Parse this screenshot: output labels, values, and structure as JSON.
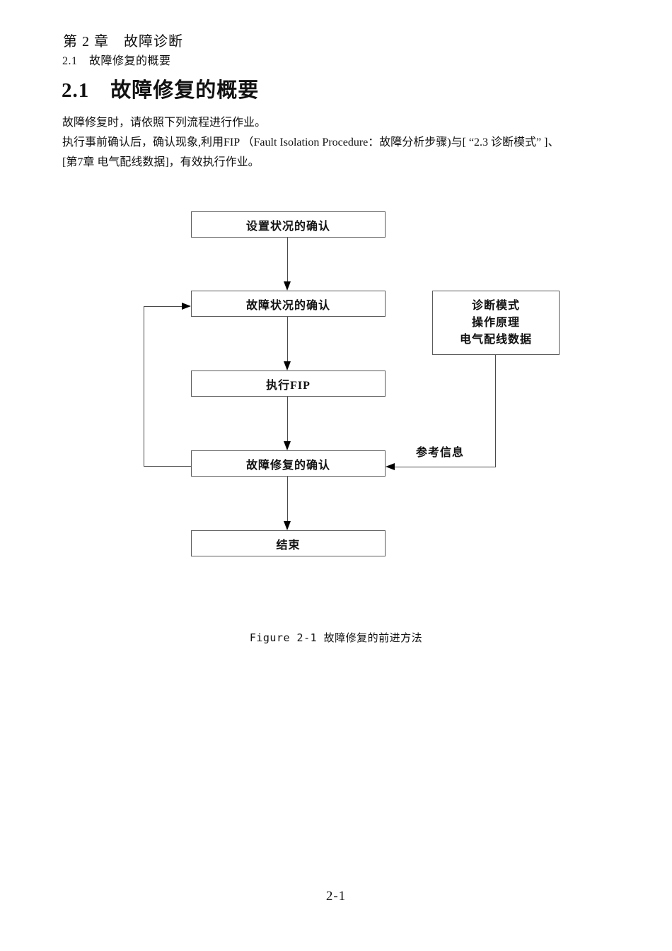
{
  "page": {
    "chapter_header": "第 2 章　故障诊断",
    "section_breadcrumb": "2.1　故障修复的概要",
    "title": "2.1　故障修复的概要",
    "intro_lines": [
      "故障修复时，请依照下列流程进行作业。",
      "执行事前确认后，确认现象,利用FIP （Fault Isolation Procedure：故障分析步骤)与[ “2.3 诊断模式” ]、",
      "[第7章 电气配线数据]，有效执行作业。"
    ],
    "figure_caption": "Figure 2-1 故障修复的前进方法",
    "page_number": "2-1"
  },
  "flowchart": {
    "nodes": [
      {
        "label": "设置状况的确认"
      },
      {
        "label": "故障状况的确认"
      },
      {
        "label": "执行FIP"
      },
      {
        "label": "故障修复的确认"
      },
      {
        "label": "结束"
      }
    ],
    "reference_box": {
      "lines": [
        "诊断模式",
        "操作原理",
        "电气配线数据"
      ]
    },
    "reference_arrow_label": "参考信息"
  },
  "colors": {
    "line": "#4a4a4a",
    "border": "#5a5a5a",
    "text": "#111111",
    "background": "#ffffff"
  }
}
